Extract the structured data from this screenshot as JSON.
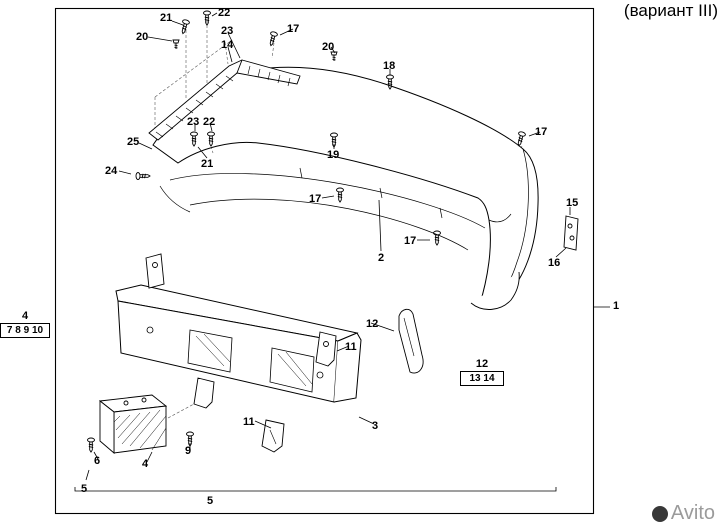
{
  "header": {
    "variant_label": "(вариант III)"
  },
  "watermark": {
    "text": "Avito"
  },
  "assembly": {
    "part1_label": "1",
    "bottom_label": "5"
  },
  "left_group": {
    "title": "4",
    "items": "7 8 9 10"
  },
  "right_group": {
    "title": "12",
    "items": "13 14"
  },
  "callouts": [
    {
      "text": "21"
    },
    {
      "text": "22"
    },
    {
      "text": "20"
    },
    {
      "text": "23"
    },
    {
      "text": "14"
    },
    {
      "text": "17"
    },
    {
      "text": "20"
    },
    {
      "text": "18"
    },
    {
      "text": "17"
    },
    {
      "text": "19"
    },
    {
      "text": "23"
    },
    {
      "text": "22"
    },
    {
      "text": "25"
    },
    {
      "text": "21"
    },
    {
      "text": "24"
    },
    {
      "text": "17"
    },
    {
      "text": "17"
    },
    {
      "text": "2"
    },
    {
      "text": "15"
    },
    {
      "text": "16"
    },
    {
      "text": "12"
    },
    {
      "text": "11"
    },
    {
      "text": "11"
    },
    {
      "text": "3"
    },
    {
      "text": "9"
    },
    {
      "text": "4"
    },
    {
      "text": "6"
    },
    {
      "text": "5"
    }
  ]
}
